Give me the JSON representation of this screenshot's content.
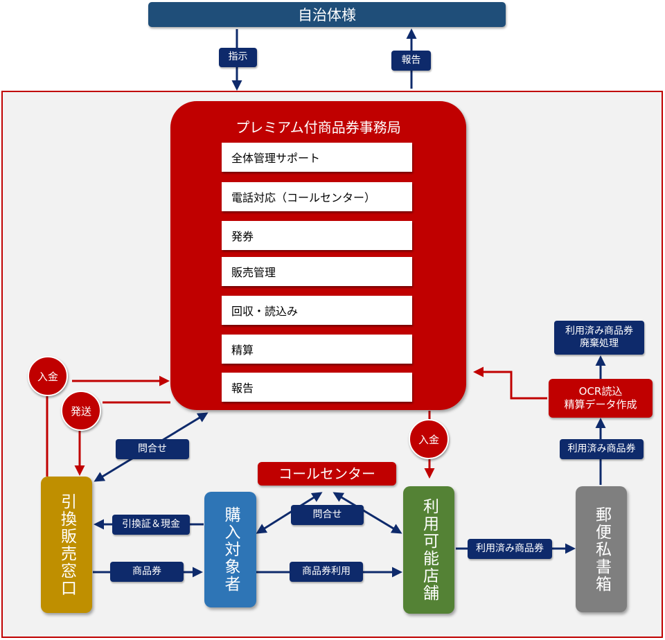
{
  "top": {
    "authority": "自治体様",
    "instruction": "指示",
    "report": "報告"
  },
  "office": {
    "title": "プレミアム付商品券事務局",
    "tasks": [
      "全体管理サポート",
      "電話対応（コールセンター）",
      "発券",
      "販売管理",
      "回収・読込み",
      "精算",
      "報告"
    ]
  },
  "circles": {
    "payment_left": "入金",
    "shipping": "発送",
    "payment_store": "入金"
  },
  "nodes": {
    "exchange_window": "引換販売窓口",
    "purchaser": "購入対象者",
    "store": "利用可能店舗",
    "postbox": "郵便私書箱",
    "call_center": "コールセンター",
    "ocr": "OCR読込\n精算データ作成",
    "disposal": "利用済み商品券\n廃棄処理"
  },
  "edge_labels": {
    "inquiry_window": "問合せ",
    "inquiry_center": "問合せ",
    "voucher_cash": "引換証＆現金",
    "voucher": "商品券",
    "voucher_use": "商品券利用",
    "used_vouchers_post": "利用済み商品券",
    "used_vouchers_ocr": "利用済み商品券"
  },
  "colors": {
    "navy": "#1f4e79",
    "dark_navy": "#0e2a6b",
    "red": "#c00000",
    "gold": "#bf8f00",
    "blue": "#2e75b6",
    "green": "#548235",
    "gray": "#7f7f7f"
  }
}
